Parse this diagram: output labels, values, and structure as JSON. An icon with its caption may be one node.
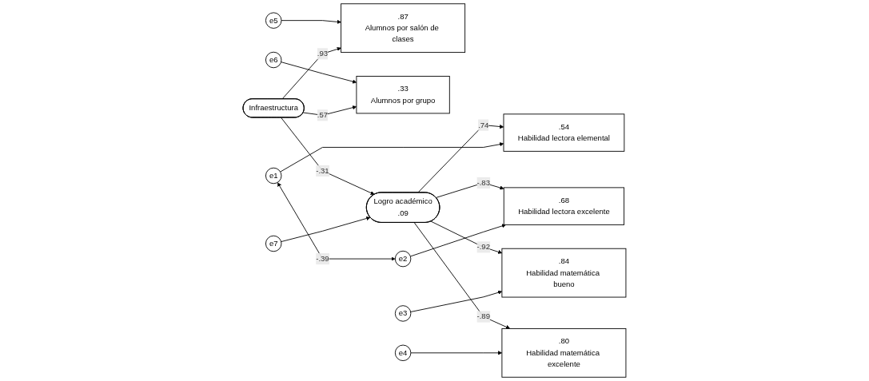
{
  "diagram": {
    "nodes": [
      {
        "text": [
          "e5"
        ]
      },
      {
        "text": [
          ".87",
          "Alumnos por salón de clases"
        ]
      },
      {
        "text": [
          "e6"
        ]
      },
      {
        "text": [
          ".33",
          "Alumnos por grupo"
        ]
      },
      {
        "text": [
          "Infraestructura"
        ]
      },
      {
        "text": [
          "e7"
        ]
      },
      {
        "text": [
          "Logro académico",
          ".09"
        ]
      },
      {
        "text": [
          ".54",
          "Habilidad lectora elemental"
        ]
      },
      {
        "text": [
          "e1"
        ]
      },
      {
        "text": [
          ".68",
          "Habilidad lectora excelente"
        ]
      },
      {
        "text": [
          "e2"
        ]
      },
      {
        "text": [
          ".84",
          "Habilidad matemática bueno"
        ]
      },
      {
        "text": [
          "e3"
        ]
      },
      {
        "text": [
          ".80",
          "Habilidad matemática excelente"
        ]
      },
      {
        "text": [
          "e4"
        ]
      }
    ],
    "edges": [
      {
        "from": 0,
        "to": 1,
        "arrow": "to"
      },
      {
        "from": 4,
        "to": 1,
        "arrow": "to",
        "label": ".93"
      },
      {
        "from": 2,
        "to": 3,
        "arrow": "to"
      },
      {
        "from": 4,
        "to": 3,
        "arrow": "to",
        "label": ".57"
      },
      {
        "from": 4,
        "to": 6,
        "arrow": "to",
        "label": "-.31"
      },
      {
        "from": 5,
        "to": 6,
        "arrow": "to"
      },
      {
        "from": 6,
        "to": 7,
        "arrow": "to",
        "label": ".74"
      },
      {
        "from": 6,
        "to": 9,
        "arrow": "to",
        "label": "-.83"
      },
      {
        "from": 6,
        "to": 11,
        "arrow": "to",
        "label": "-.92"
      },
      {
        "from": 6,
        "to": 13,
        "arrow": "to",
        "label": "-.89"
      },
      {
        "from": 8,
        "to": 7,
        "arrow": "to"
      },
      {
        "from": 10,
        "to": 9,
        "arrow": "to"
      },
      {
        "from": 12,
        "to": 11,
        "arrow": "to"
      },
      {
        "from": 14,
        "to": 13,
        "arrow": "to"
      },
      {
        "from": 8,
        "to": 10,
        "arrow": "both",
        "label": "-.39"
      }
    ]
  }
}
